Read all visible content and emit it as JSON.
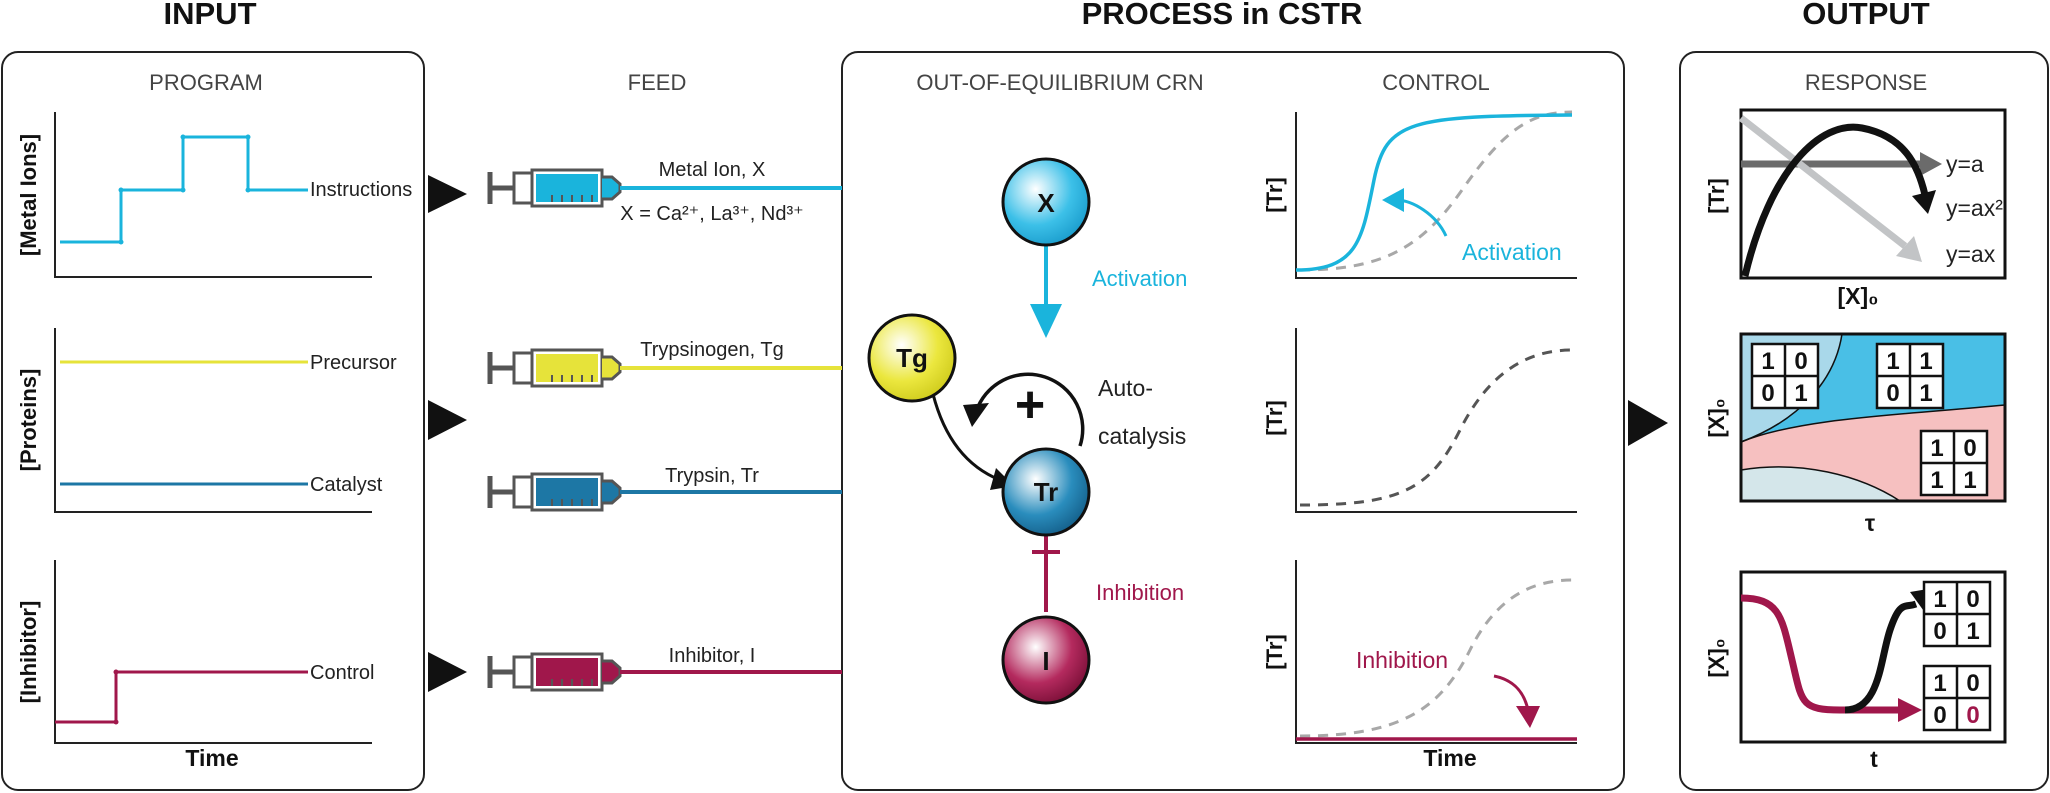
{
  "sections": {
    "input": "INPUT",
    "process": "PROCESS in CSTR",
    "output": "OUTPUT"
  },
  "panels": {
    "program": "PROGRAM",
    "feed": "FEED",
    "crn": "OUT-OF-EQUILIBRIUM CRN",
    "control": "CONTROL",
    "response": "RESPONSE"
  },
  "program": {
    "metal_axis": "[Metal Ions]",
    "metal_series": "Instructions",
    "protein_axis": "[Proteins]",
    "precursor": "Precursor",
    "catalyst": "Catalyst",
    "inhibitor_axis": "[Inhibitor]",
    "control": "Control",
    "time": "Time"
  },
  "feed": {
    "metal": "Metal Ion, X",
    "metal_def": "X = Ca²⁺, La³⁺, Nd³⁺",
    "tg": "Trypsinogen, Tg",
    "tr": "Trypsin, Tr",
    "inh": "Inhibitor, I"
  },
  "crn": {
    "x": "X",
    "tg": "Tg",
    "tr": "Tr",
    "i": "I",
    "plus": "+",
    "activation": "Activation",
    "autocat_1": "Auto-",
    "autocat_2": "catalysis",
    "inhibition": "Inhibition"
  },
  "control": {
    "axis": "[Tr]",
    "activation": "Activation",
    "inhibition": "Inhibition",
    "time": "Time"
  },
  "response": {
    "tr_axis": "[Tr]",
    "x0_axis": "[X]₀",
    "tau": "τ",
    "t": "t",
    "y_a": "y=a",
    "y_ax2": "y=ax²",
    "y_ax": "y=ax",
    "m1": [
      "1",
      "0",
      "0",
      "1"
    ],
    "m2": [
      "1",
      "1",
      "0",
      "1"
    ],
    "m3": [
      "1",
      "0",
      "1",
      "1"
    ],
    "m4": [
      "1",
      "0",
      "0",
      "1"
    ],
    "m5": [
      "1",
      "0",
      "0",
      "0"
    ]
  },
  "colors": {
    "cyan": "#1ab4dc",
    "yellow": "#e6e33a",
    "blue": "#1d77a5",
    "crimson": "#a0174b",
    "dark": "#111111",
    "grey": "#6b6b6b",
    "light_grey": "#c2c4c6",
    "region_blue": "#49bfe6",
    "region_lightblue": "#a9d8ea",
    "region_pink": "#f6c0c0",
    "region_pale": "#d4e6ea"
  }
}
